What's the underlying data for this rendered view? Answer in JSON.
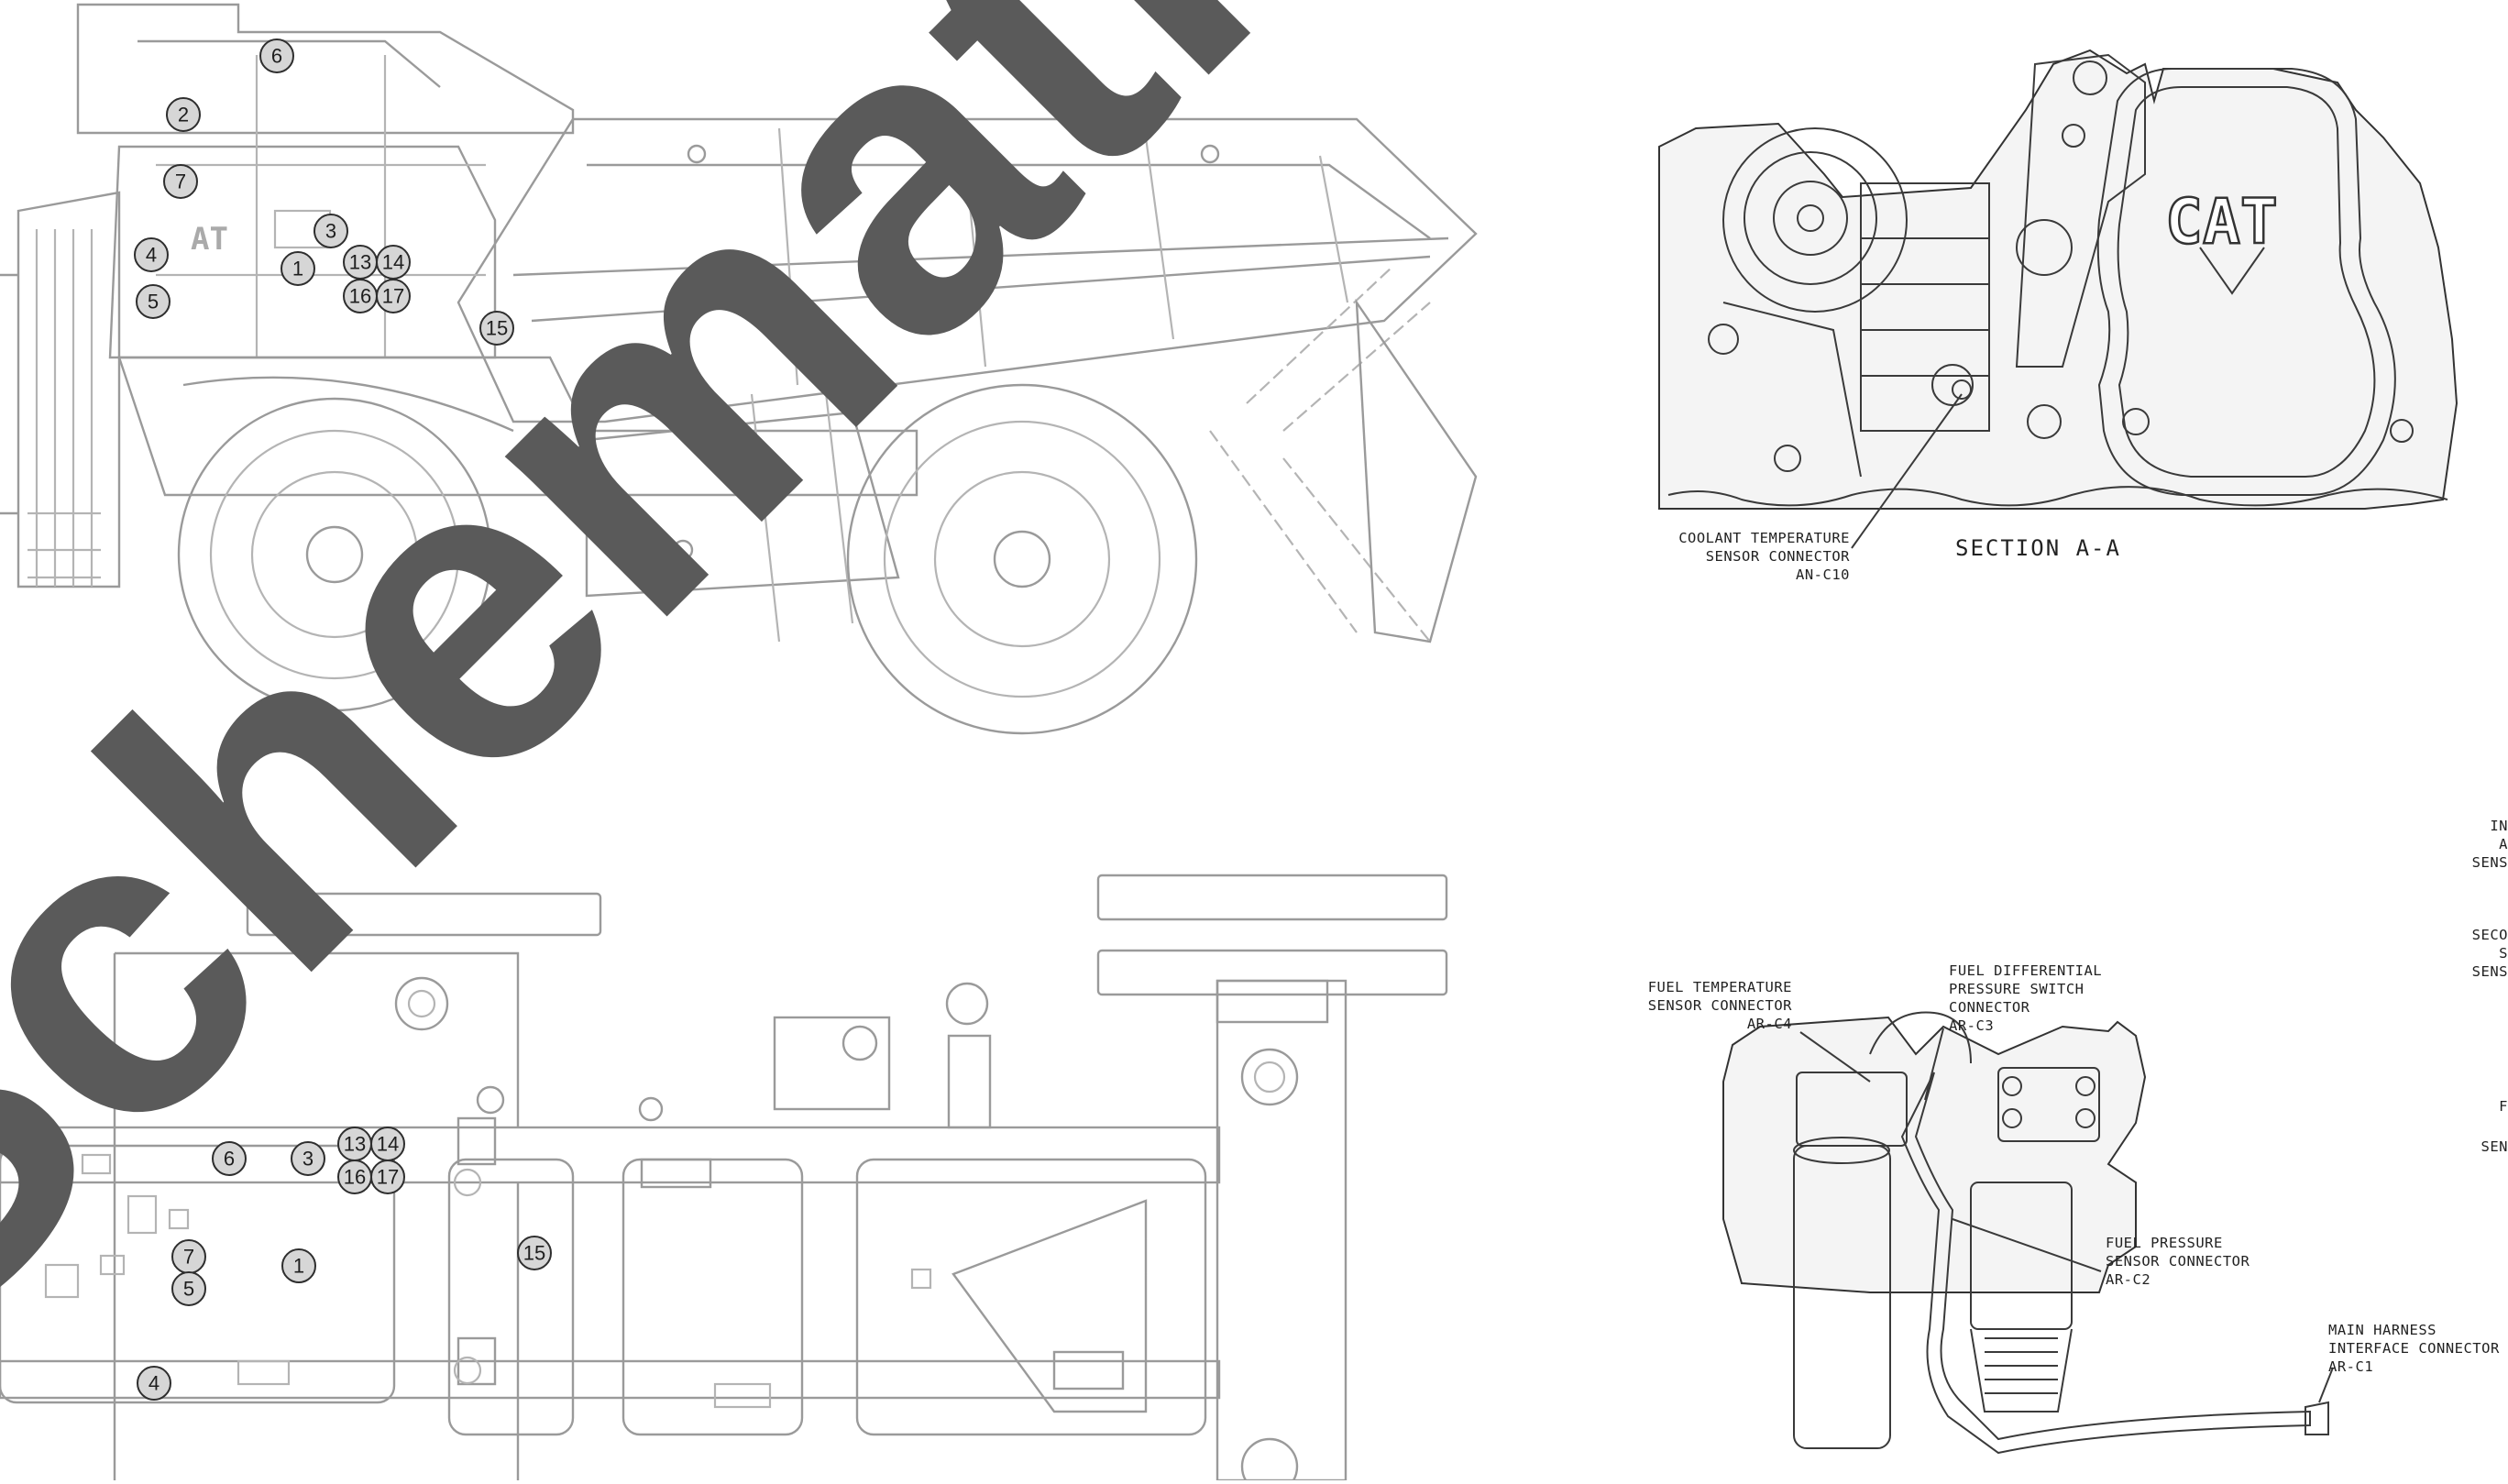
{
  "section_title": "SECTION A-A",
  "connectors": {
    "coolant": [
      "COOLANT TEMPERATURE",
      "SENSOR CONNECTOR",
      "AN-C10"
    ],
    "fuel_temp": [
      "FUEL TEMPERATURE",
      "SENSOR CONNECTOR",
      "AR-C4"
    ],
    "fuel_diff": [
      "FUEL DIFFERENTIAL",
      "PRESSURE SWITCH",
      "CONNECTOR",
      "AR-C3"
    ],
    "fuel_pressure": [
      "FUEL PRESSURE",
      "SENSOR CONNECTOR",
      "AR-C2"
    ],
    "main_harness": [
      "MAIN HARNESS",
      "INTERFACE CONNECTOR",
      "AR-C1"
    ]
  },
  "cut_off_labels": [
    "IN",
    "A",
    "SENS",
    "SECO",
    "S",
    "SENS",
    "F",
    "SEN"
  ],
  "brand_logo": "CAT",
  "truck_logo": "AT",
  "watermark": "Schematica",
  "side_view_callouts": [
    {
      "n": "6"
    },
    {
      "n": "2"
    },
    {
      "n": "7"
    },
    {
      "n": "3"
    },
    {
      "n": "4"
    },
    {
      "n": "1"
    },
    {
      "n": "13"
    },
    {
      "n": "14"
    },
    {
      "n": "5"
    },
    {
      "n": "16"
    },
    {
      "n": "17"
    },
    {
      "n": "15"
    }
  ],
  "top_view_callouts": [
    {
      "n": "6"
    },
    {
      "n": "3"
    },
    {
      "n": "13"
    },
    {
      "n": "14"
    },
    {
      "n": "16"
    },
    {
      "n": "17"
    },
    {
      "n": "7"
    },
    {
      "n": "1"
    },
    {
      "n": "5"
    },
    {
      "n": "15"
    },
    {
      "n": "4"
    }
  ]
}
